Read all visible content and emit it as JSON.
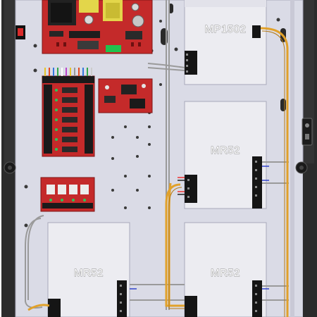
{
  "modules": {
    "top_right": "MP1502",
    "middle_right": "MR52",
    "bottom_left": "MR52",
    "bottom_right": "MR52"
  },
  "colors": {
    "enclosure": "#2b2b2b",
    "backplate": "#dadbe6",
    "module_plate": "#ececf1",
    "pcb_red": "#c42a2a",
    "cable_orange": "#e1a12a",
    "cable_grey": "#9a9a9a",
    "terminal_black": "#151515"
  },
  "icons": [
    "power-switch-icon",
    "mounting-hole-icon",
    "keyhole-slot-icon",
    "key-lock-icon"
  ]
}
